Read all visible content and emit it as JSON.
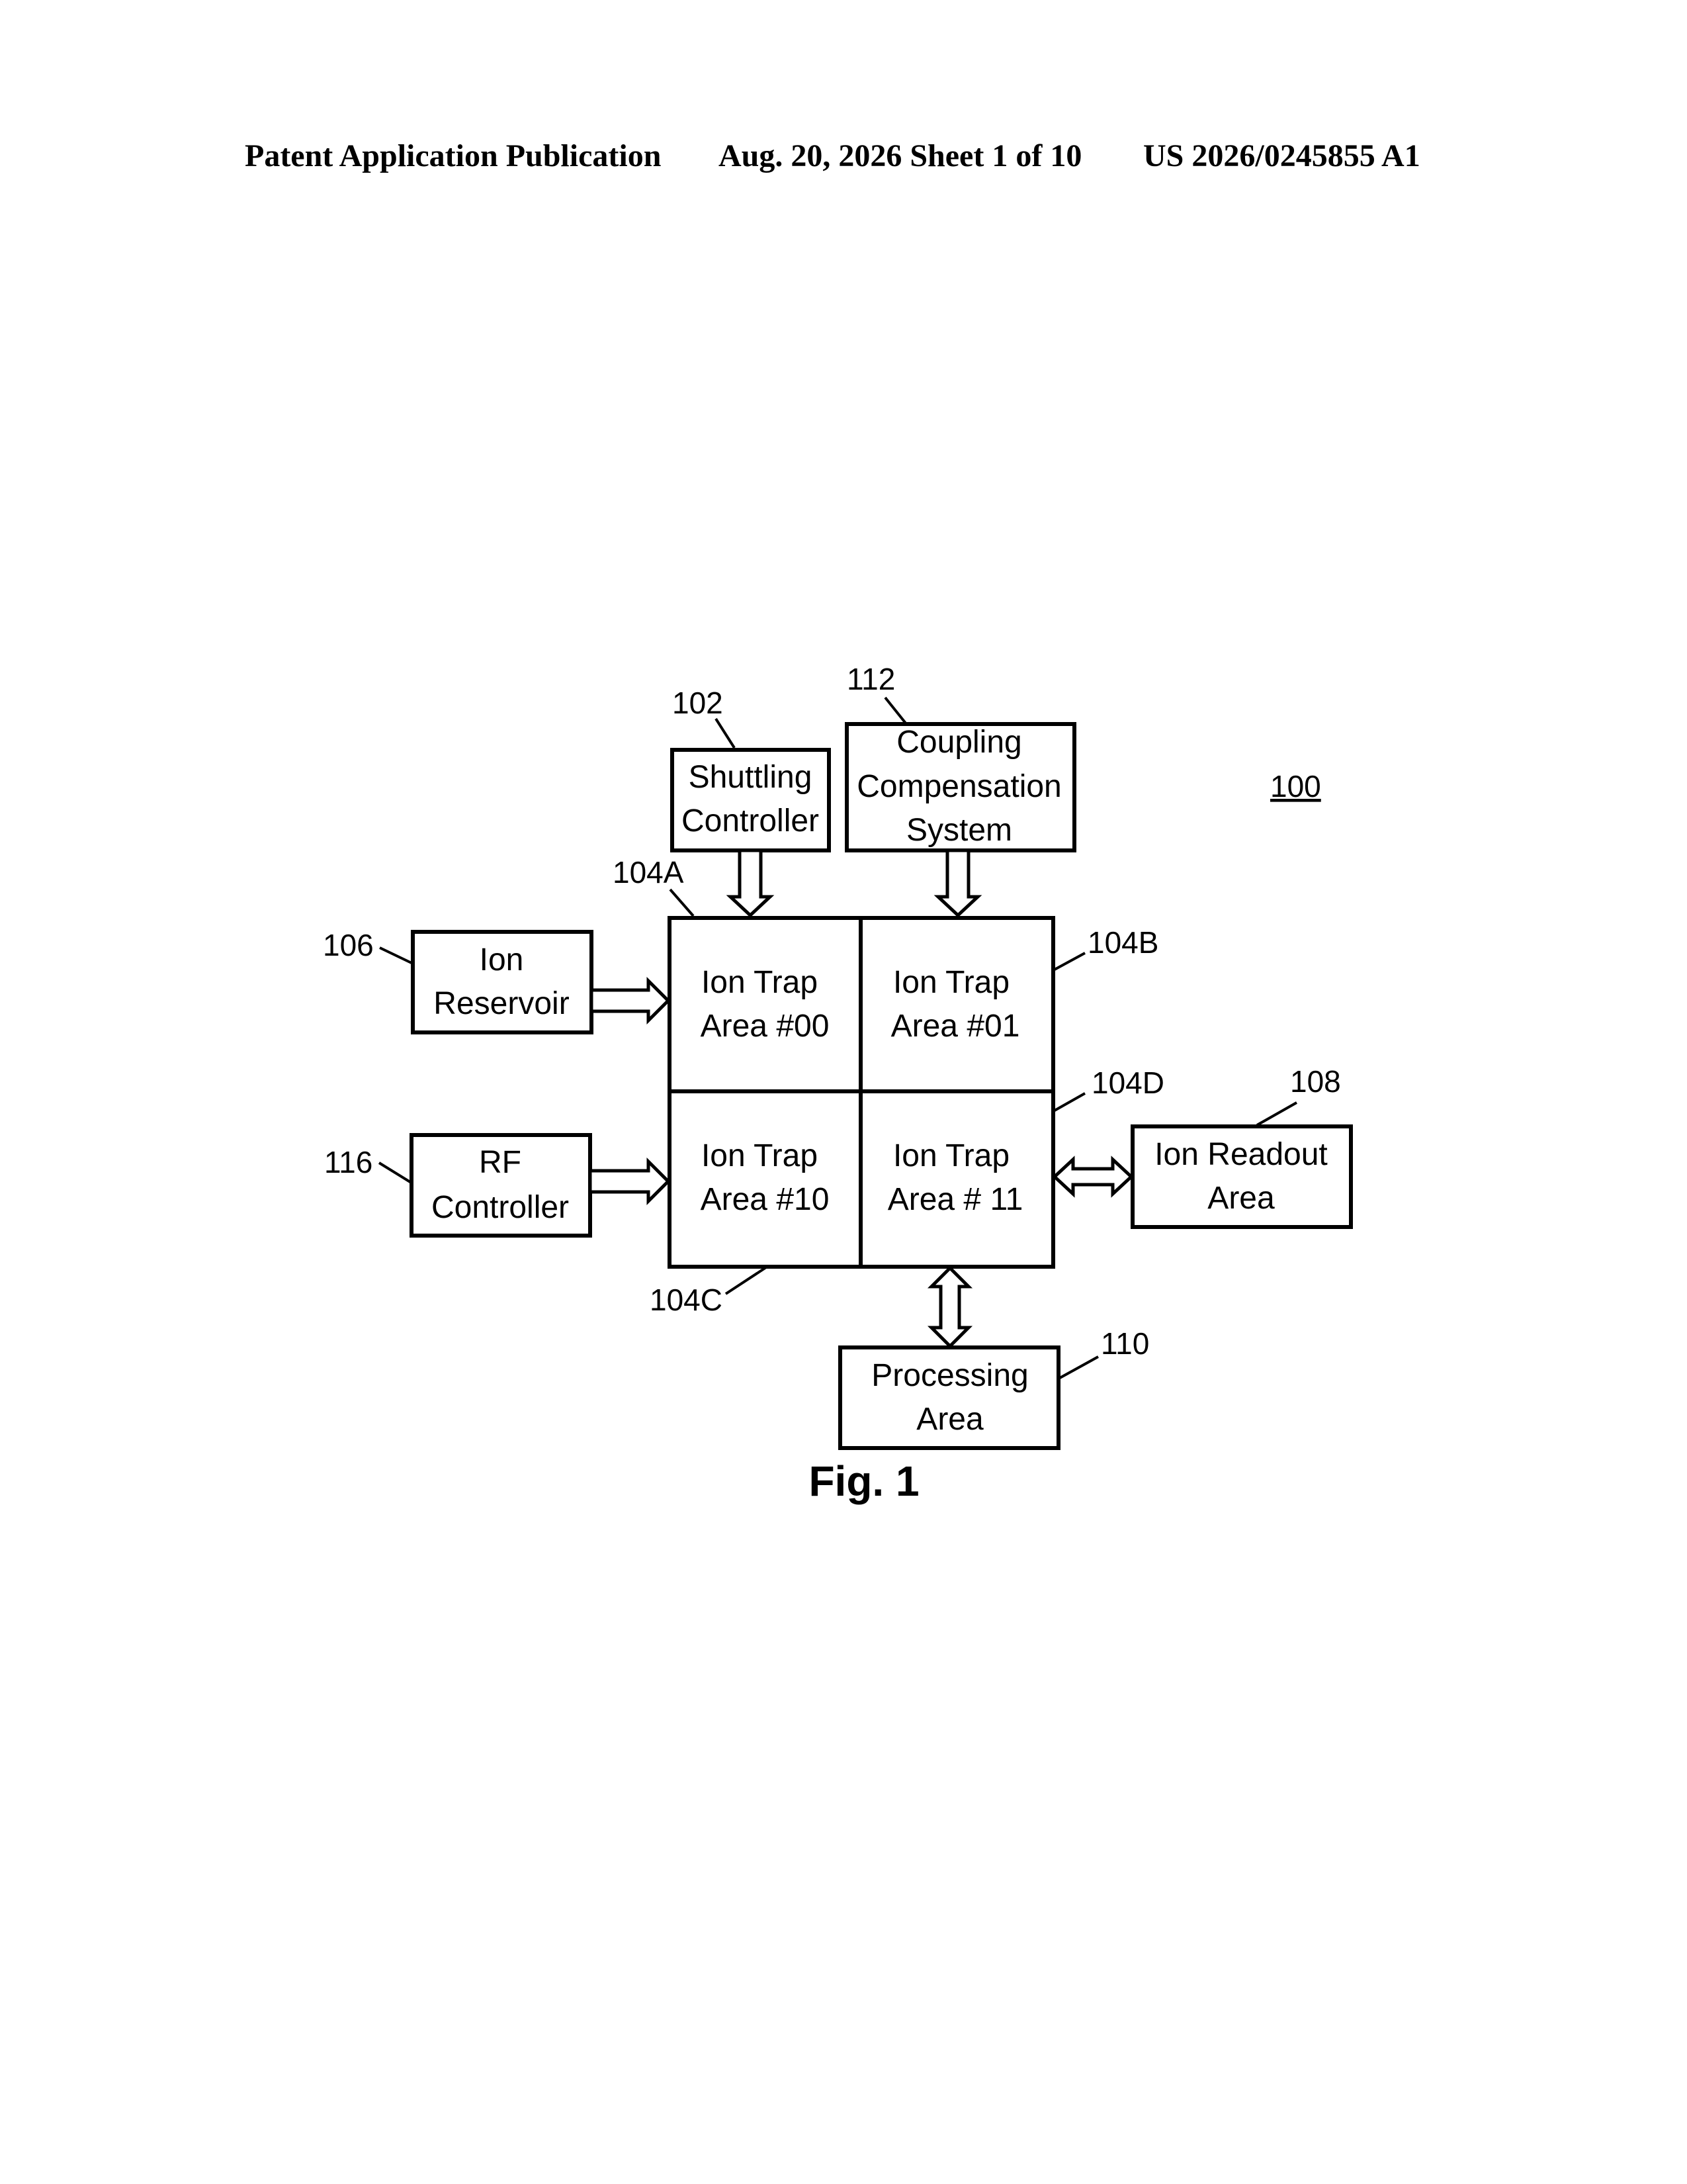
{
  "header": {
    "publication": "Patent Application Publication",
    "date_sheet": "Aug. 20, 2026  Sheet 1 of 10",
    "number": "US 2026/0245855 A1"
  },
  "diagram": {
    "system_ref": "100",
    "shuttling_controller": {
      "ref": "102",
      "line1": "Shuttling",
      "line2": "Controller"
    },
    "coupling_compensation": {
      "ref": "112",
      "line1": "Coupling",
      "line2": "Compensation",
      "line3": "System"
    },
    "ion_reservoir": {
      "ref": "106",
      "line1": "Ion",
      "line2": "Reservoir"
    },
    "rf_controller": {
      "ref": "116",
      "line1": "RF",
      "line2": "Controller"
    },
    "trap_00": {
      "ref": "104A",
      "line1": "Ion Trap",
      "line2": "Area #00"
    },
    "trap_01": {
      "ref": "104B",
      "line1": "Ion Trap",
      "line2": "Area #01"
    },
    "trap_10": {
      "ref": "104C",
      "line1": "Ion Trap",
      "line2": "Area #10"
    },
    "trap_11": {
      "ref": "104D",
      "line1": "Ion Trap",
      "line2": "Area # 11"
    },
    "readout_area": {
      "ref": "108",
      "line1": "Ion Readout",
      "line2": "Area"
    },
    "processing_area": {
      "ref": "110",
      "line1": "Processing",
      "line2": "Area"
    },
    "figure_label": "Fig. 1"
  }
}
